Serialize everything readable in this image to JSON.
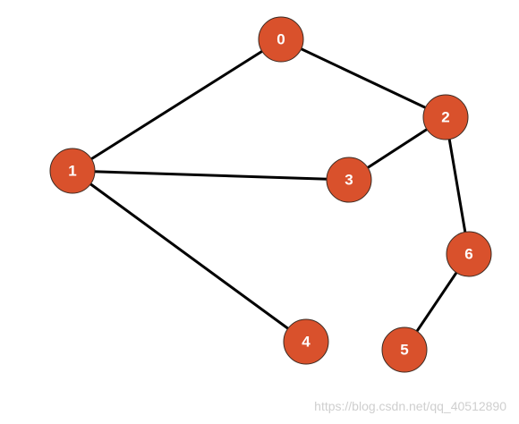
{
  "diagram": {
    "type": "undirected-graph",
    "node_color": "#d9512c",
    "edge_color": "#000000",
    "label_color": "#ffffff",
    "nodes": [
      {
        "id": "0",
        "label": "0"
      },
      {
        "id": "1",
        "label": "1"
      },
      {
        "id": "2",
        "label": "2"
      },
      {
        "id": "3",
        "label": "3"
      },
      {
        "id": "4",
        "label": "4"
      },
      {
        "id": "5",
        "label": "5"
      },
      {
        "id": "6",
        "label": "6"
      }
    ],
    "edges": [
      {
        "from": "0",
        "to": "1"
      },
      {
        "from": "0",
        "to": "2"
      },
      {
        "from": "1",
        "to": "3"
      },
      {
        "from": "1",
        "to": "4"
      },
      {
        "from": "2",
        "to": "3"
      },
      {
        "from": "2",
        "to": "6"
      },
      {
        "from": "6",
        "to": "5"
      }
    ]
  },
  "watermark": "https://blog.csdn.net/qq_40512890"
}
